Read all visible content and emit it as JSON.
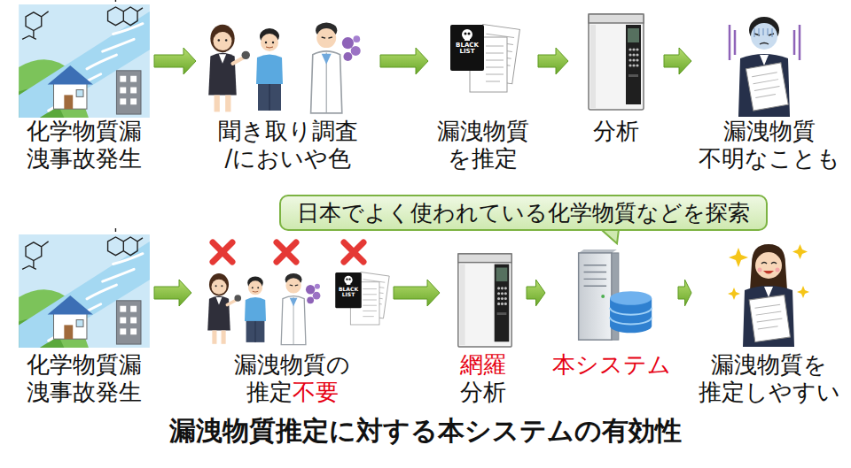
{
  "diagram": {
    "title": "漏洩物質推定に対する本システムの有効性",
    "nodes": [
      {
        "text": [
          "化学物質漏 洩事故発生"
        ]
      },
      {
        "text": [
          "聞き取り調査 /においや色"
        ]
      },
      {
        "text": [
          "漏洩物質 を推定"
        ]
      },
      {
        "text": [
          "分析"
        ]
      },
      {
        "text": [
          "漏洩物質 不明なことも"
        ]
      },
      {
        "text": [
          "日本でよく使われている化学物質などを探索"
        ]
      },
      {
        "text": [
          "化学物質漏 洩事故発生"
        ]
      },
      {
        "text": [
          "漏洩物質の 推定",
          "不要"
        ]
      },
      {
        "text": [
          "網羅",
          "分析"
        ]
      },
      {
        "text": [
          "本システム"
        ]
      },
      {
        "text": [
          "漏洩物質を 推定しやすい"
        ]
      }
    ],
    "edges": [
      {
        "from": 0,
        "to": 1,
        "arrow": "to"
      },
      {
        "from": 1,
        "to": 2,
        "arrow": "to"
      },
      {
        "from": 2,
        "to": 3,
        "arrow": "to"
      },
      {
        "from": 3,
        "to": 4,
        "arrow": "to"
      },
      {
        "from": 6,
        "to": 7,
        "arrow": "to"
      },
      {
        "from": 7,
        "to": 8,
        "arrow": "to"
      },
      {
        "from": 8,
        "to": 9,
        "arrow": "to"
      },
      {
        "from": 9,
        "to": 10,
        "arrow": "to"
      }
    ],
    "labels": [
      "BLACK LIST",
      "BLACK LIST"
    ]
  }
}
